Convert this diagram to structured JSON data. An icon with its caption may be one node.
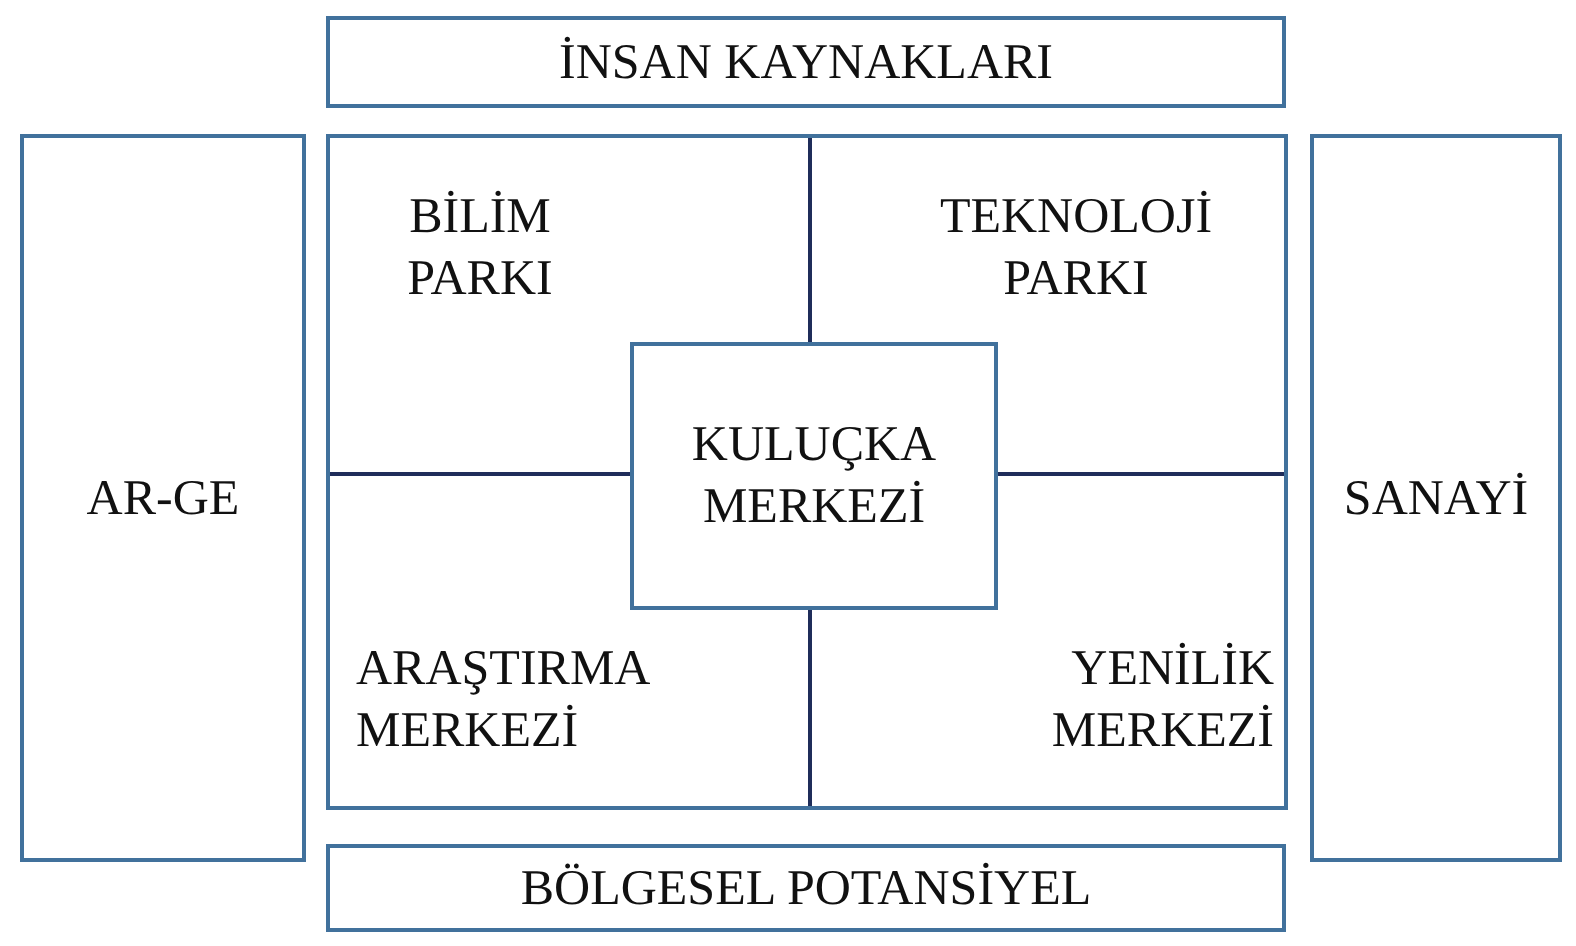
{
  "diagram": {
    "nodes": [
      {
        "text": [
          "İNSAN KAYNAKLARI"
        ]
      },
      {
        "text": [
          "AR-GE"
        ]
      },
      {
        "text": [],
        "shape": "box"
      },
      {
        "text": [
          "BİLİM PARKI"
        ],
        "in": 2
      },
      {
        "text": [
          "TEKNOLOJİ PARKI"
        ],
        "in": 2
      },
      {
        "text": [
          "KULUÇKA MERKEZİ"
        ],
        "in": 2
      },
      {
        "text": [
          "SANAYİ"
        ]
      },
      {
        "text": [
          "ARAŞTIRMA MERKEZİ"
        ],
        "in": 2
      },
      {
        "text": [
          "YENİLİK MERKEZİ"
        ],
        "in": 2
      },
      {
        "text": [
          "BÖLGESEL POTANSİYEL"
        ]
      }
    ],
    "edges": []
  }
}
